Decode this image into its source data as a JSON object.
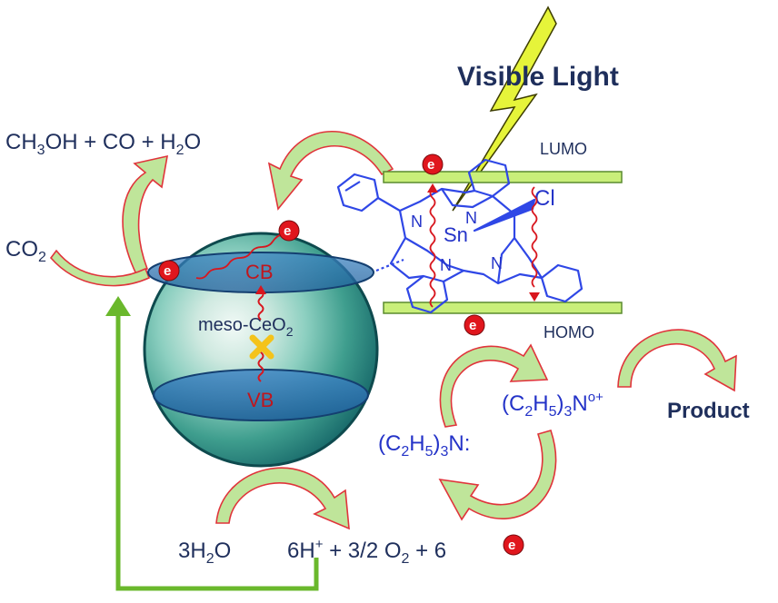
{
  "light": {
    "title": "Visible Light"
  },
  "orbitals": {
    "lumo": "LUMO",
    "homo": "HOMO"
  },
  "porphyrin": {
    "metal": "Sn",
    "axial_ligand": "Cl",
    "nitrogen": "N"
  },
  "sphere": {
    "label_main": "meso-CeO",
    "label_sub": "2",
    "cb": "CB",
    "vb": "VB"
  },
  "reduction": {
    "products": [
      "CH",
      "3",
      "OH + CO + H",
      "2",
      "O"
    ],
    "reactant": [
      "CO",
      "2"
    ]
  },
  "oxidation": {
    "water": [
      "3H",
      "2",
      "O"
    ],
    "products": [
      "6H",
      "+",
      " + 3/2 O",
      "2",
      " + 6"
    ]
  },
  "sacrificial": {
    "donor": [
      "(C",
      "2",
      "H",
      "5",
      ")",
      "3",
      "N:"
    ],
    "radical": [
      "(C",
      "2",
      "H",
      "5",
      ")",
      "3",
      "N",
      "o+"
    ],
    "product": "Product"
  },
  "electron_symbol": "e",
  "colors": {
    "arrow_fill": "#bfe59a",
    "arrow_stroke": "#e0343b",
    "orbital_fill": "#c9ef7a",
    "wavy": "#d8161e",
    "molecule": "#2f47e6",
    "electron": "#e0161d",
    "lightning": "#e6f43a",
    "feedback_line": "#6ab82c"
  }
}
